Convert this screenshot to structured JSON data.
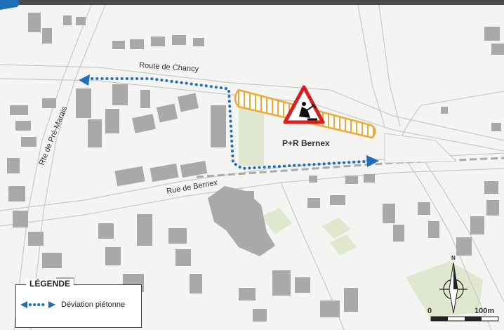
{
  "map": {
    "roads": {
      "route_de_chancy": "Route de Chancy",
      "rue_de_bernex": "Rue de Bernex",
      "rte_de_pre_marais": "Rte de Pré-Marais"
    },
    "place": "P+R Bernex",
    "legend": {
      "title": "LÉGENDE",
      "items": [
        {
          "label": "Déviation piétonne",
          "color": "#1f6fb8"
        }
      ]
    },
    "scale": {
      "start": "0",
      "end": "100m"
    },
    "north": "N",
    "icons": [
      "roadwork-warning-icon",
      "north-arrow-icon"
    ],
    "colors": {
      "detour": "#1f6fb8",
      "worksite": "#f0a830",
      "warning": "#d62020",
      "header": "#4a4a4a"
    }
  }
}
